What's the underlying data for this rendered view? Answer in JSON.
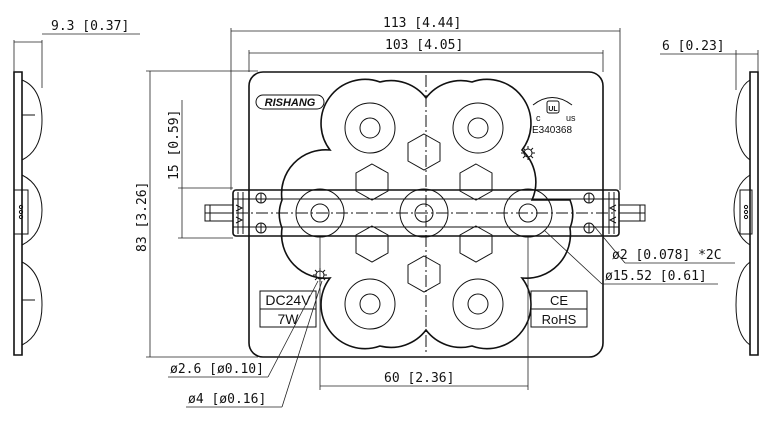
{
  "dimensions": {
    "depth": "9.3 [0.37]",
    "overall_length": "113 [4.44]",
    "body_length": "103 [4.05]",
    "side_thickness": "6 [0.23]",
    "height": "83 [3.26]",
    "cable_offset": "15 [0.59]",
    "hole_diameter": "ø2 [0.078] *2C",
    "lens_diameter": "ø15.52 [0.61]",
    "pitch": "60 [2.36]",
    "hole_small": "ø2.6 [ø0.10]",
    "hole_large": "ø4 [ø0.16]"
  },
  "markings": {
    "brand": "RISHANG",
    "ul_c": "c",
    "ul_us": "us",
    "ul_file": "E340368",
    "voltage": "DC24V",
    "power": "7W",
    "ce": "CE",
    "rohs": "RoHS"
  }
}
